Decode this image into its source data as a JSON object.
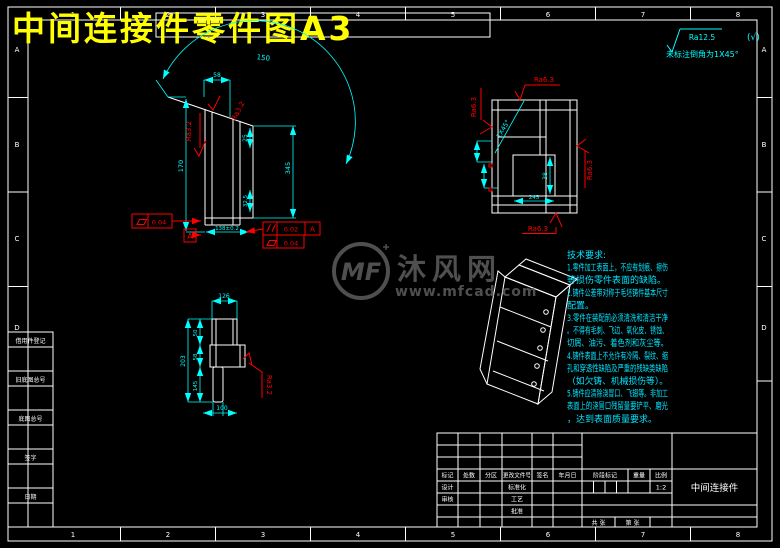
{
  "title": {
    "text": "中间连接件零件图A3"
  },
  "frame": {
    "top_zones": [
      "1",
      "2",
      "3",
      "4",
      "5",
      "6",
      "7",
      "8"
    ],
    "bottom_zones": [
      "1",
      "2",
      "3",
      "4",
      "5",
      "6",
      "7",
      "8"
    ],
    "left_zones": [
      "A",
      "B",
      "C",
      "D"
    ],
    "right_zones": [
      "A",
      "B",
      "C",
      "D"
    ]
  },
  "corner_note": {
    "roughness": "Ra12.5",
    "other": "(√)",
    "chamfer": "未标注倒角为1X45°"
  },
  "watermark": {
    "logo": "MF",
    "name": "沐风网",
    "url": "www.mfcad.com"
  },
  "tech_requirements": {
    "lines": [
      "技术要求:",
      "1.零件加工表面上，不应有划痕、擦伤",
      "等损伤零件表面的缺陷。",
      "2.铸件公差带对称于毛坯铸件基本尺寸",
      "配置。",
      "3.零件在装配前必须清洗和清洁干净",
      "。不得有毛刺、飞边、氧化皮、锈蚀、",
      "切屑、油污、着色剂和灰尘等。",
      "4.铸件表面上不允许有冷隔、裂纹、缩",
      "孔和穿透性缺陷及严重的残缺类缺陷",
      "（如欠铸、机械损伤等）。",
      "5.铸件应清除浇冒口、飞翅等。非加工",
      "表面上的浇冒口残留量要铲平、磨光",
      "，达到表面质量要求。"
    ]
  },
  "main_view": {
    "arc_dim": "150",
    "top_dim": "58",
    "left_dim": "170",
    "right_dim_1": "25",
    "right_dim_2": "345",
    "right_dim_3": "32.5",
    "bottom_dim": "138±0.2",
    "roughness_left": "Ra3.2",
    "roughness_top": "Ra3.2",
    "gdt_flatness_left": "0.04",
    "gdt_parallelism": "0.02",
    "gdt_datum_ref": "A",
    "gdt_flatness_right": "0.04",
    "datum_label": "A"
  },
  "side_view": {
    "chamfer_dim": "1X45°",
    "slot_height": "38",
    "slot_width": "245",
    "roughness_top": "Ra6.3",
    "roughness_left": "Ra6.3",
    "roughness_right": "Ra6.3",
    "roughness_bottom": "Ra6.3"
  },
  "profile_view": {
    "top_dim": "126",
    "left_dim": "203",
    "inner_dim_1": "50",
    "inner_dim_2": "58",
    "inner_dim_3": "145",
    "bottom_dim": "100",
    "roughness": "Ra3.2"
  },
  "title_block": {
    "rev_headers": [
      "标记",
      "处数",
      "分区",
      "更改文件号",
      "签名",
      "年月日"
    ],
    "row_design": "设计",
    "row_check": "审核",
    "row_standard": "标准化",
    "row_process": "工艺",
    "row_approve": "批准",
    "stage_label": "阶段标记",
    "weight_label": "重量",
    "scale_label": "比例",
    "scale_value": "1:2",
    "sheet_total": "共 张",
    "sheet_no": "第 张",
    "part_name": "中间连接件"
  },
  "margin_table": {
    "labels": [
      "借用件登记",
      "旧底图总号",
      "底图总号",
      "签字",
      "日期"
    ]
  }
}
